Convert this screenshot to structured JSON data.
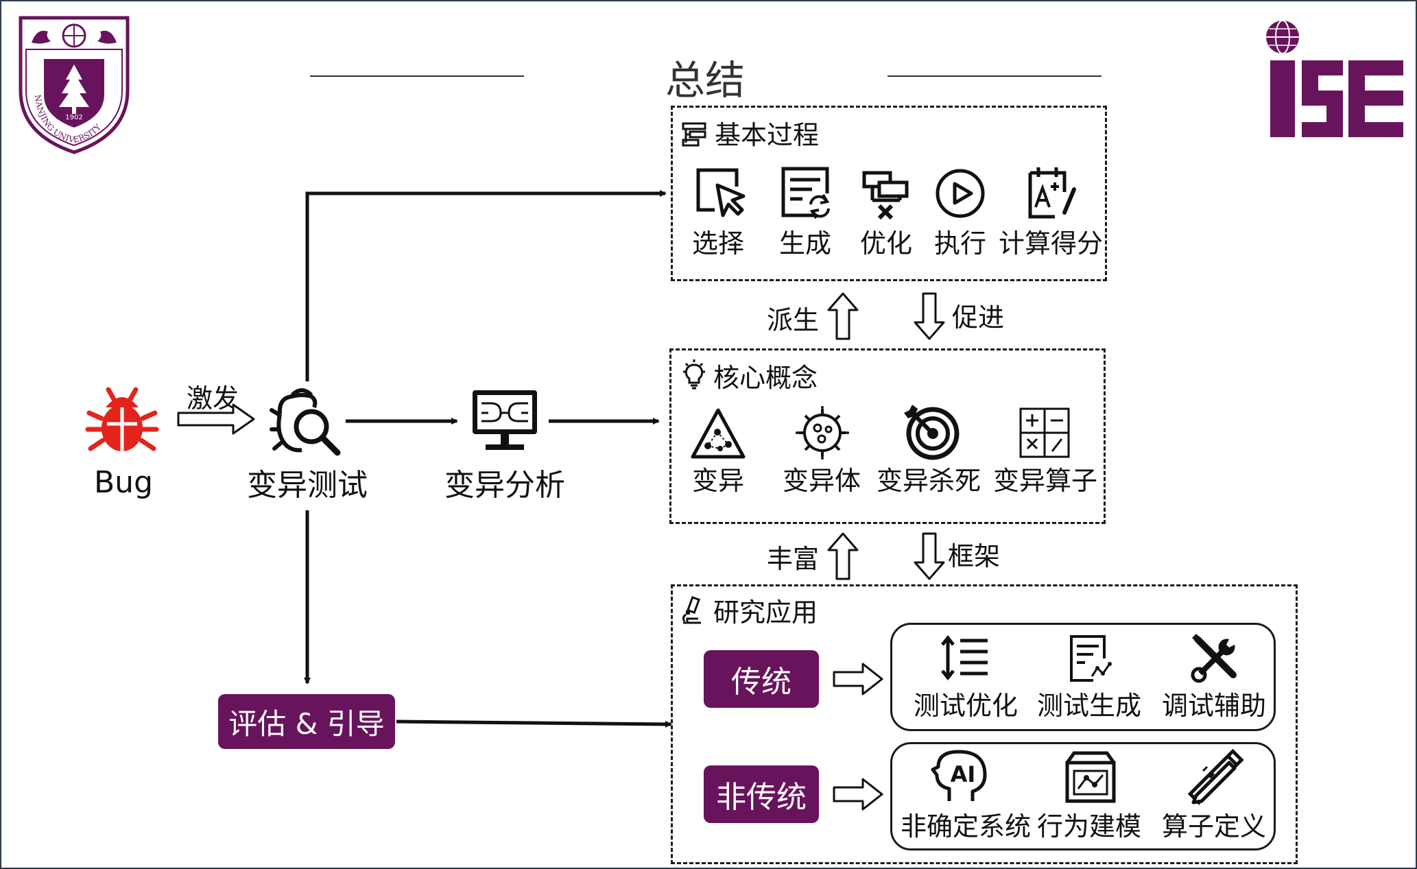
{
  "title": "总结",
  "logos": {
    "left": {
      "name": "Nanjing University emblem",
      "text": "NANJING UNIVERSITY",
      "year": "1902"
    },
    "right": {
      "name": "ISE logo",
      "text": "ISE"
    }
  },
  "colors": {
    "purple": "#68145c",
    "bug_red": "#e3241b",
    "line": "#111111"
  },
  "left_flow": {
    "bug_label": "Bug",
    "trigger_label": "激发",
    "mutation_testing": "变异测试",
    "mutation_analysis": "变异分析",
    "eval_guide": "评估 & 引导"
  },
  "basic_process": {
    "title": "基本过程",
    "icon": "process-icon",
    "items": [
      {
        "label": "选择",
        "icon": "cursor-select-icon"
      },
      {
        "label": "生成",
        "icon": "document-refresh-icon"
      },
      {
        "label": "优化",
        "icon": "shapes-remove-icon"
      },
      {
        "label": "执行",
        "icon": "play-circle-icon"
      },
      {
        "label": "计算得分",
        "icon": "score-grade-icon"
      }
    ]
  },
  "arrows_mid": {
    "derive": "派生",
    "promote": "促进",
    "enrich": "丰富",
    "frame": "框架"
  },
  "core_concepts": {
    "title": "核心概念",
    "icon": "lightbulb-icon",
    "items": [
      {
        "label": "变异",
        "icon": "triangle-network-icon"
      },
      {
        "label": "变异体",
        "icon": "virus-icon"
      },
      {
        "label": "变异杀死",
        "icon": "target-arrow-icon"
      },
      {
        "label": "变异算子",
        "icon": "calculator-icon"
      }
    ]
  },
  "research_apps": {
    "title": "研究应用",
    "icon": "microscope-icon",
    "traditional": {
      "label": "传统",
      "items": [
        {
          "label": "测试优化",
          "icon": "sort-list-icon"
        },
        {
          "label": "测试生成",
          "icon": "document-chart-icon"
        },
        {
          "label": "调试辅助",
          "icon": "tools-icon"
        }
      ]
    },
    "non_traditional": {
      "label": "非传统",
      "items": [
        {
          "label": "非确定系统",
          "icon": "ai-head-icon"
        },
        {
          "label": "行为建模",
          "icon": "box-graph-icon"
        },
        {
          "label": "算子定义",
          "icon": "ruler-pencil-icon"
        }
      ]
    }
  }
}
